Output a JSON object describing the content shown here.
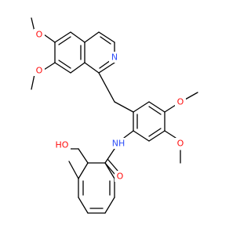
{
  "molecule": {
    "atom_labels": {
      "ome_top_o": "O",
      "ome_mid_o": "O",
      "ring_n": "N",
      "ome_right_top_o": "O",
      "ome_right_bot_o": "O",
      "nh": "NH",
      "oh": "HO",
      "carbonyl_o": "O"
    },
    "colors": {
      "bond": "#000000",
      "oxygen": "#ff0d0d",
      "nitrogen": "#3050f8"
    }
  }
}
